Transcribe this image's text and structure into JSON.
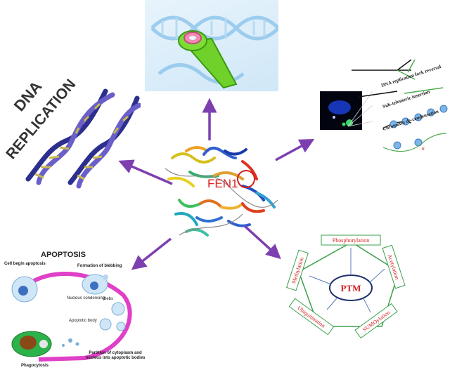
{
  "center": {
    "label": "FEN1"
  },
  "dna_replication": {
    "title_line1": "DNA",
    "title_line2": "REPLICATION"
  },
  "telomere": {
    "labels": [
      "DNA replication fork reversal",
      "Sub-telomeric insertion",
      "Chromatin de-condensation"
    ]
  },
  "apoptosis": {
    "title": "APOPTOSIS",
    "labels": {
      "cell_begin": "Cell begin apoptosis",
      "blebbing": "Formation of blebbing",
      "nucleus": "Nucleus condensing",
      "blebs": "Blebs",
      "apoptotic_body": "Apoptotic body",
      "partition": "Partition of cytoplasm and nucleus into apoptotic bodies",
      "phagocytosis": "Phagocytosis"
    }
  },
  "ptm": {
    "center": "PTM",
    "items": [
      "Phosphorylation",
      "Acetylation",
      "SUMOylation",
      "Ubiquitination",
      "Methylation"
    ]
  },
  "colors": {
    "arrow": "#7d3fb0",
    "ptm_red": "#d42020",
    "ptm_green": "#3aa04a",
    "apoptosis_magenta": "#e040c8"
  }
}
